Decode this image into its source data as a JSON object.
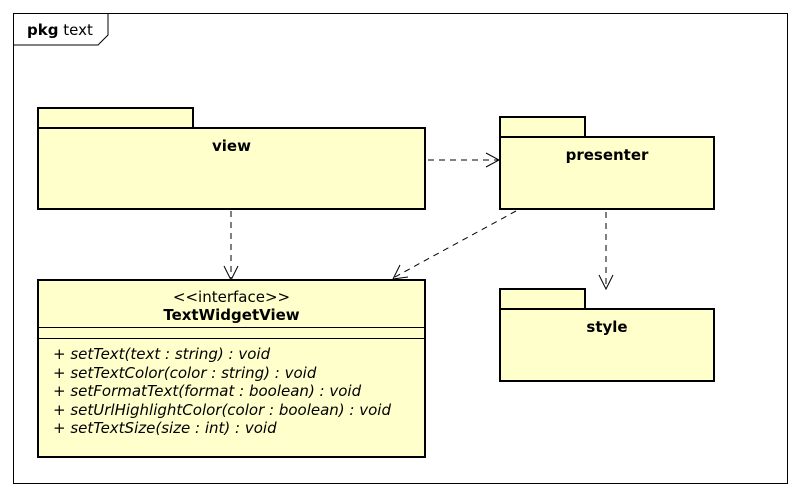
{
  "frame": {
    "keyword": "pkg",
    "name": "text"
  },
  "packages": {
    "view": "view",
    "presenter": "presenter",
    "style": "style"
  },
  "interface": {
    "stereotype": "<<interface>>",
    "name": "TextWidgetView",
    "operations": [
      "+ setText(text : string) : void",
      "+ setTextColor(color : string) : void",
      "+ setFormatText(format : boolean) : void",
      "+ setUrlHighlightColor(color : boolean) : void",
      "+ setTextSize(size : int) : void"
    ]
  },
  "dependencies": [
    {
      "from": "view",
      "to": "presenter"
    },
    {
      "from": "view",
      "to": "TextWidgetView"
    },
    {
      "from": "presenter",
      "to": "TextWidgetView"
    },
    {
      "from": "presenter",
      "to": "style"
    }
  ]
}
